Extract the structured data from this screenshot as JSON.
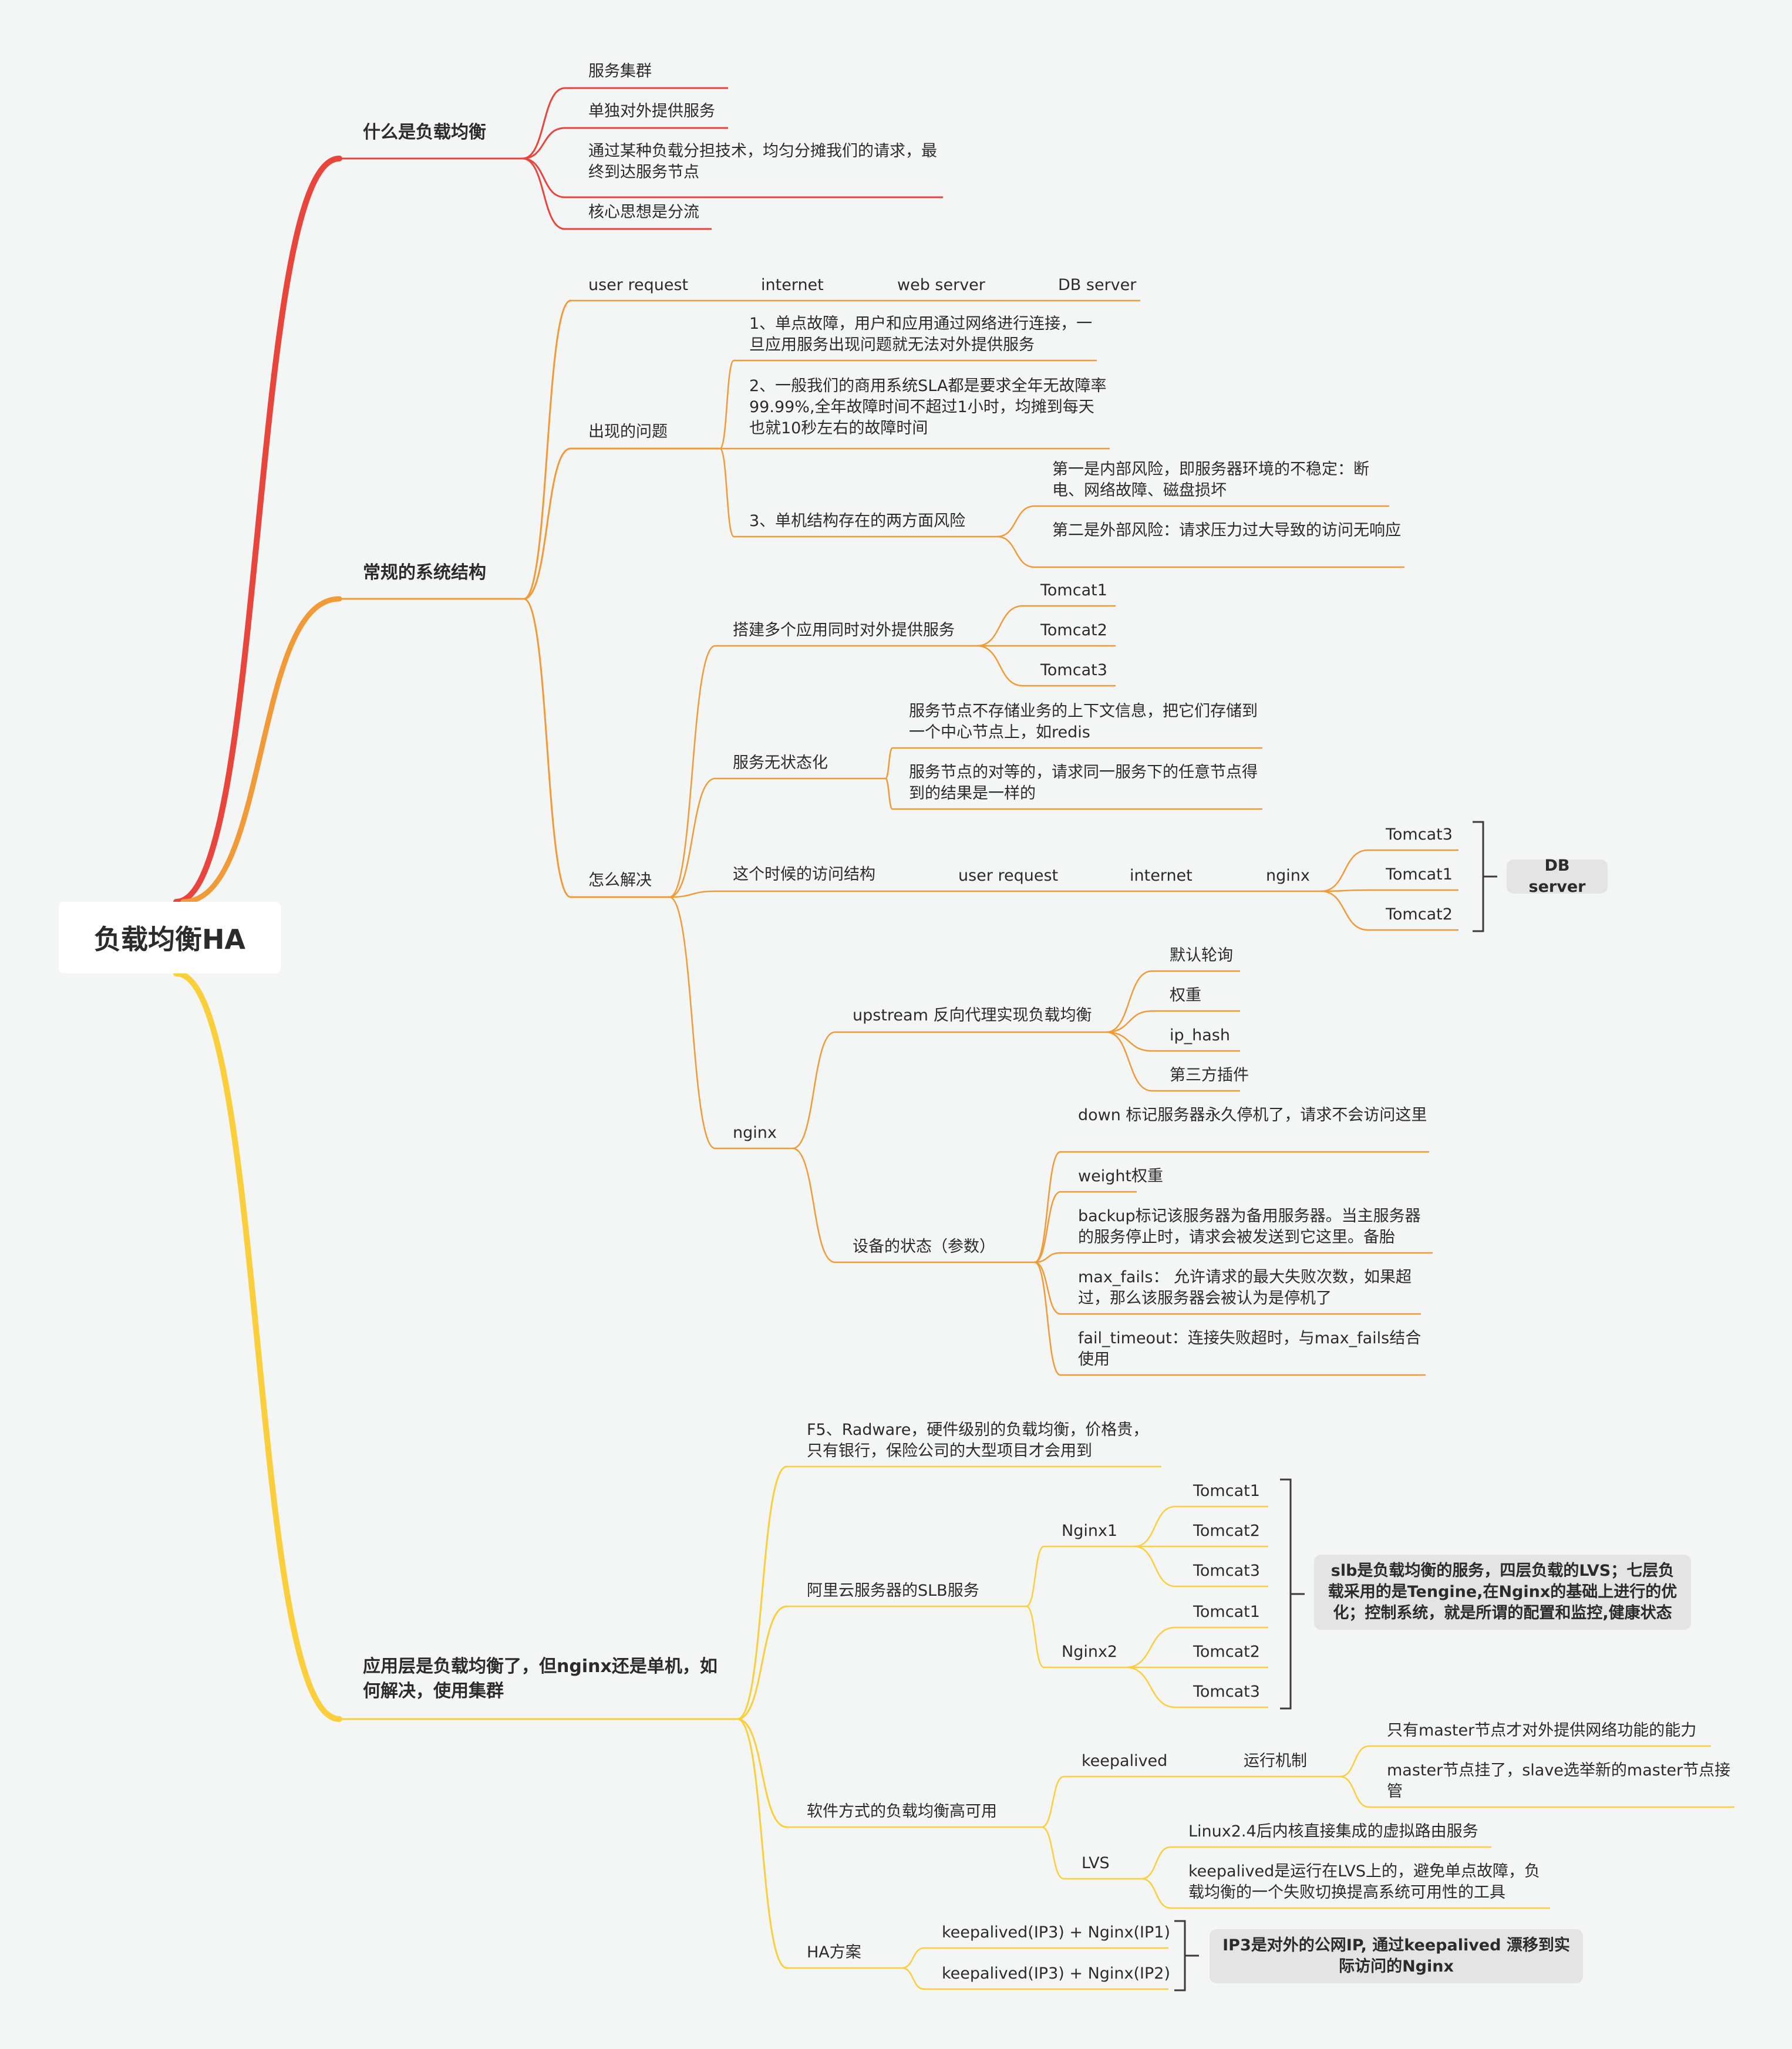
{
  "root": "负载均衡HA",
  "b1": {
    "title": "什么是负载均衡",
    "items": [
      "服务集群",
      "单独对外提供服务",
      "通过某种负载分担技术，均匀分摊我们的请求，最终到达服务节点",
      "核心思想是分流"
    ]
  },
  "b2": {
    "title": "常规的系统结构",
    "flow": [
      "user request",
      "internet",
      "web server",
      "DB server"
    ],
    "problems": {
      "title": "出现的问题",
      "p1": "1、单点故障，用户和应用通过网络进行连接，一旦应用服务出现问题就无法对外提供服务",
      "p2": "2、一般我们的商用系统SLA都是要求全年无故障率99.99%,全年故障时间不超过1小时，均摊到每天也就10秒左右的故障时间",
      "p3": "3、单机结构存在的两方面风险",
      "r1": "第一是内部风险，即服务器环境的不稳定：断电、网络故障、磁盘损坏",
      "r2": "第二是外部风险：请求压力过大导致的访问无响应"
    },
    "solve": {
      "title": "怎么解决",
      "multi": "搭建多个应用同时对外提供服务",
      "tomcats": [
        "Tomcat1",
        "Tomcat2",
        "Tomcat3"
      ],
      "stateless": "服务无状态化",
      "s1": "服务节点不存储业务的上下文信息，把它们存储到一个中心节点上，如redis",
      "s2": "服务节点的对等的，请求同一服务下的任意节点得到的结果是一样的",
      "access": "这个时候的访问结构",
      "access_flow": [
        "user request",
        "internet",
        "nginx"
      ],
      "access_tomcats": [
        "Tomcat3",
        "Tomcat1",
        "Tomcat2"
      ],
      "db": "DB server",
      "nginx": "nginx",
      "upstream": "upstream 反向代理实现负载均衡",
      "up_items": [
        "默认轮询",
        "权重",
        "ip_hash",
        "第三方插件"
      ],
      "state": "设备的状态（参数）",
      "state_items": [
        "down 标记服务器永久停机了，请求不会访问这里",
        "weight权重",
        "backup标记该服务器为备用服务器。当主服务器的服务停止时，请求会被发送到它这里。备胎",
        "max_fails： 允许请求的最大失败次数，如果超过，那么该服务器会被认为是停机了",
        "fail_timeout：连接失败超时，与max_fails结合使用"
      ]
    }
  },
  "b3": {
    "title": "应用层是负载均衡了，但nginx还是单机，如何解决，使用集群",
    "f5": "F5、Radware，硬件级别的负载均衡，价格贵，只有银行，保险公司的大型项目才会用到",
    "slb": "阿里云服务器的SLB服务",
    "nginx1": "Nginx1",
    "nginx2": "Nginx2",
    "tomcats": [
      "Tomcat1",
      "Tomcat2",
      "Tomcat3"
    ],
    "slb_note": "slb是负载均衡的服务，四层负载的LVS；七层负载采用的是Tengine,在Nginx的基础上进行的优化；控制系统，就是所谓的配置和监控,健康状态",
    "soft": "软件方式的负载均衡高可用",
    "keepalived": "keepalived",
    "mech": "运行机制",
    "mech1": "只有master节点才对外提供网络功能的能力",
    "mech2": "master节点挂了，slave选举新的master节点接管",
    "lvs": "LVS",
    "lvs1": "Linux2.4后内核直接集成的虚拟路由服务",
    "lvs2": "keepalived是运行在LVS上的，避免单点故障，负载均衡的一个失败切换提高系统可用性的工具",
    "ha": "HA方案",
    "ha1": "keepalived(IP3) + Nginx(IP1)",
    "ha2": "keepalived(IP3) + Nginx(IP2)",
    "ha_note": "IP3是对外的公网IP, 通过keepalived 漂移到实际访问的Nginx"
  },
  "colors": {
    "red": "#e8453c",
    "orange": "#f19b38",
    "yellow": "#fbcf3c"
  }
}
